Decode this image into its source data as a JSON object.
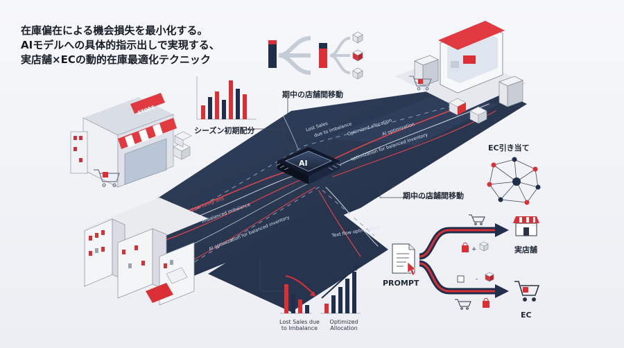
{
  "title": {
    "line1": "在庫偏在による機会損失を最小化する。",
    "line2": "AIモデルへの具体的指示出しで実現する、",
    "line3": "実店舗×ECの動的在庫最適化テクニック"
  },
  "labels": {
    "season_allocation": "シーズン初期配分",
    "midterm_transfer_top": "期中の店舗間移動",
    "midterm_transfer_mid": "期中の店舗間移動",
    "ec_allocation": "EC引き当て",
    "prompt": "PROMPT",
    "physical_store": "実店舗",
    "ec": "EC",
    "store_sign": "STORE",
    "ai_chip": "AI",
    "lost_sales": "Lost Sales due to Imbalance",
    "optimized_allocation": "Optimized Allocation"
  },
  "road_labels": {
    "lost_sales_small": "Lost Sales",
    "lost_sales_sub": "due to imbalance",
    "optimized": "Optimized allocation",
    "ai_opt_1": "AI optimization",
    "ai_opt_2": "optimization for balanced inventory",
    "opportunity_loss": "opportunity loss",
    "imbalance": "Imbalanced imbalance",
    "ai_opt_3": "AI optimization for balanced inventory",
    "text_flow": "Text flow optimization"
  },
  "colors": {
    "navy": "#1f2e4a",
    "red": "#d92f35",
    "road": "#2b3a55",
    "grey": "#d7dbe2"
  },
  "icons": [
    "store-icon",
    "cart-icon",
    "box-icon",
    "network-icon",
    "document-icon",
    "cursor-icon",
    "ai-chip-icon",
    "shelf-icon",
    "server-icon",
    "monitor-icon"
  ]
}
